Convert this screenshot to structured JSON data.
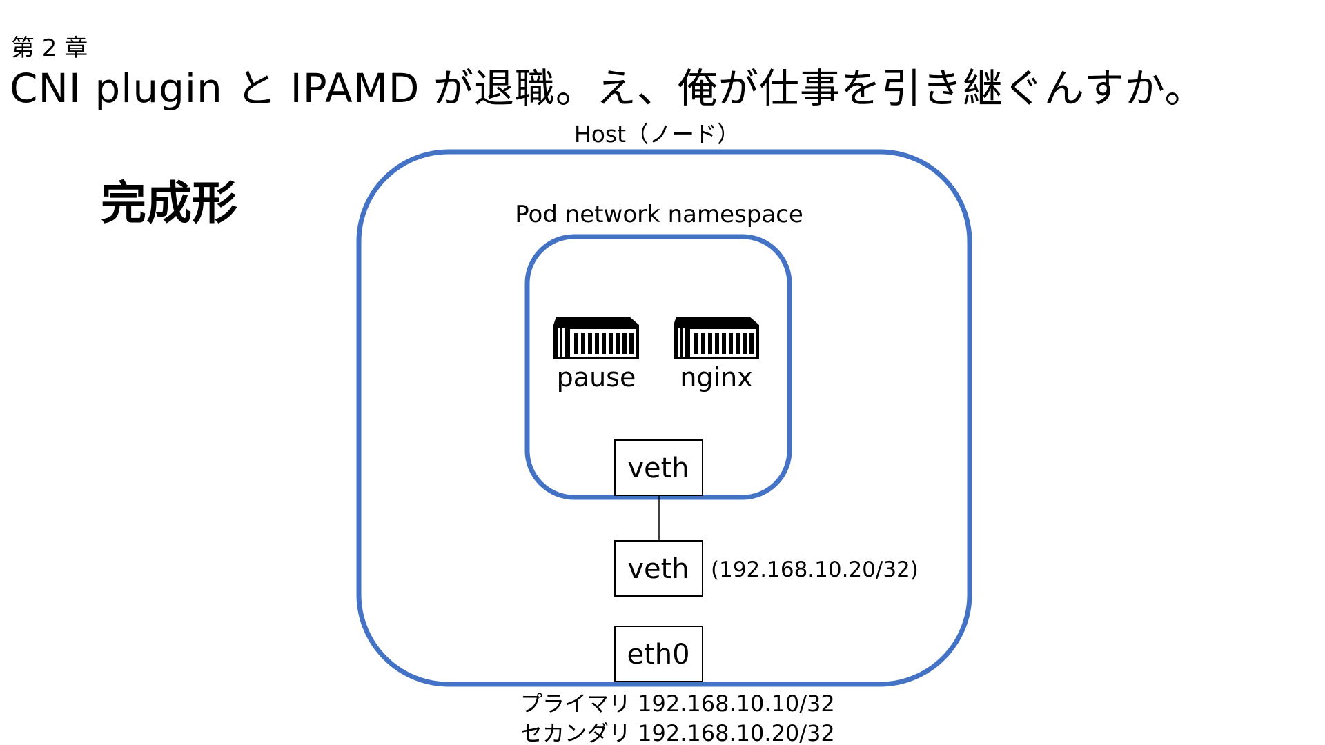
{
  "slide": {
    "chapter": "第 2 章",
    "title": "CNI plugin と IPAMD が退職。え、俺が仕事を引き継ぐんすか。",
    "subtitle": "完成形"
  },
  "diagram": {
    "host_label": "Host（ノード）",
    "pod_ns_label": "Pod network namespace",
    "containers": [
      {
        "label": "pause",
        "icon": "container-icon"
      },
      {
        "label": "nginx",
        "icon": "container-icon"
      }
    ],
    "pod_veth_label": "veth",
    "host_veth_label": "veth",
    "host_veth_ip": "(192.168.10.20/32)",
    "eth0_label": "eth0",
    "ip_lines": [
      "プライマリ 192.168.10.10/32",
      "セカンダリ 192.168.10.20/32"
    ],
    "colors": {
      "namespace_border": "#4472C4",
      "box_border": "#000000"
    }
  }
}
